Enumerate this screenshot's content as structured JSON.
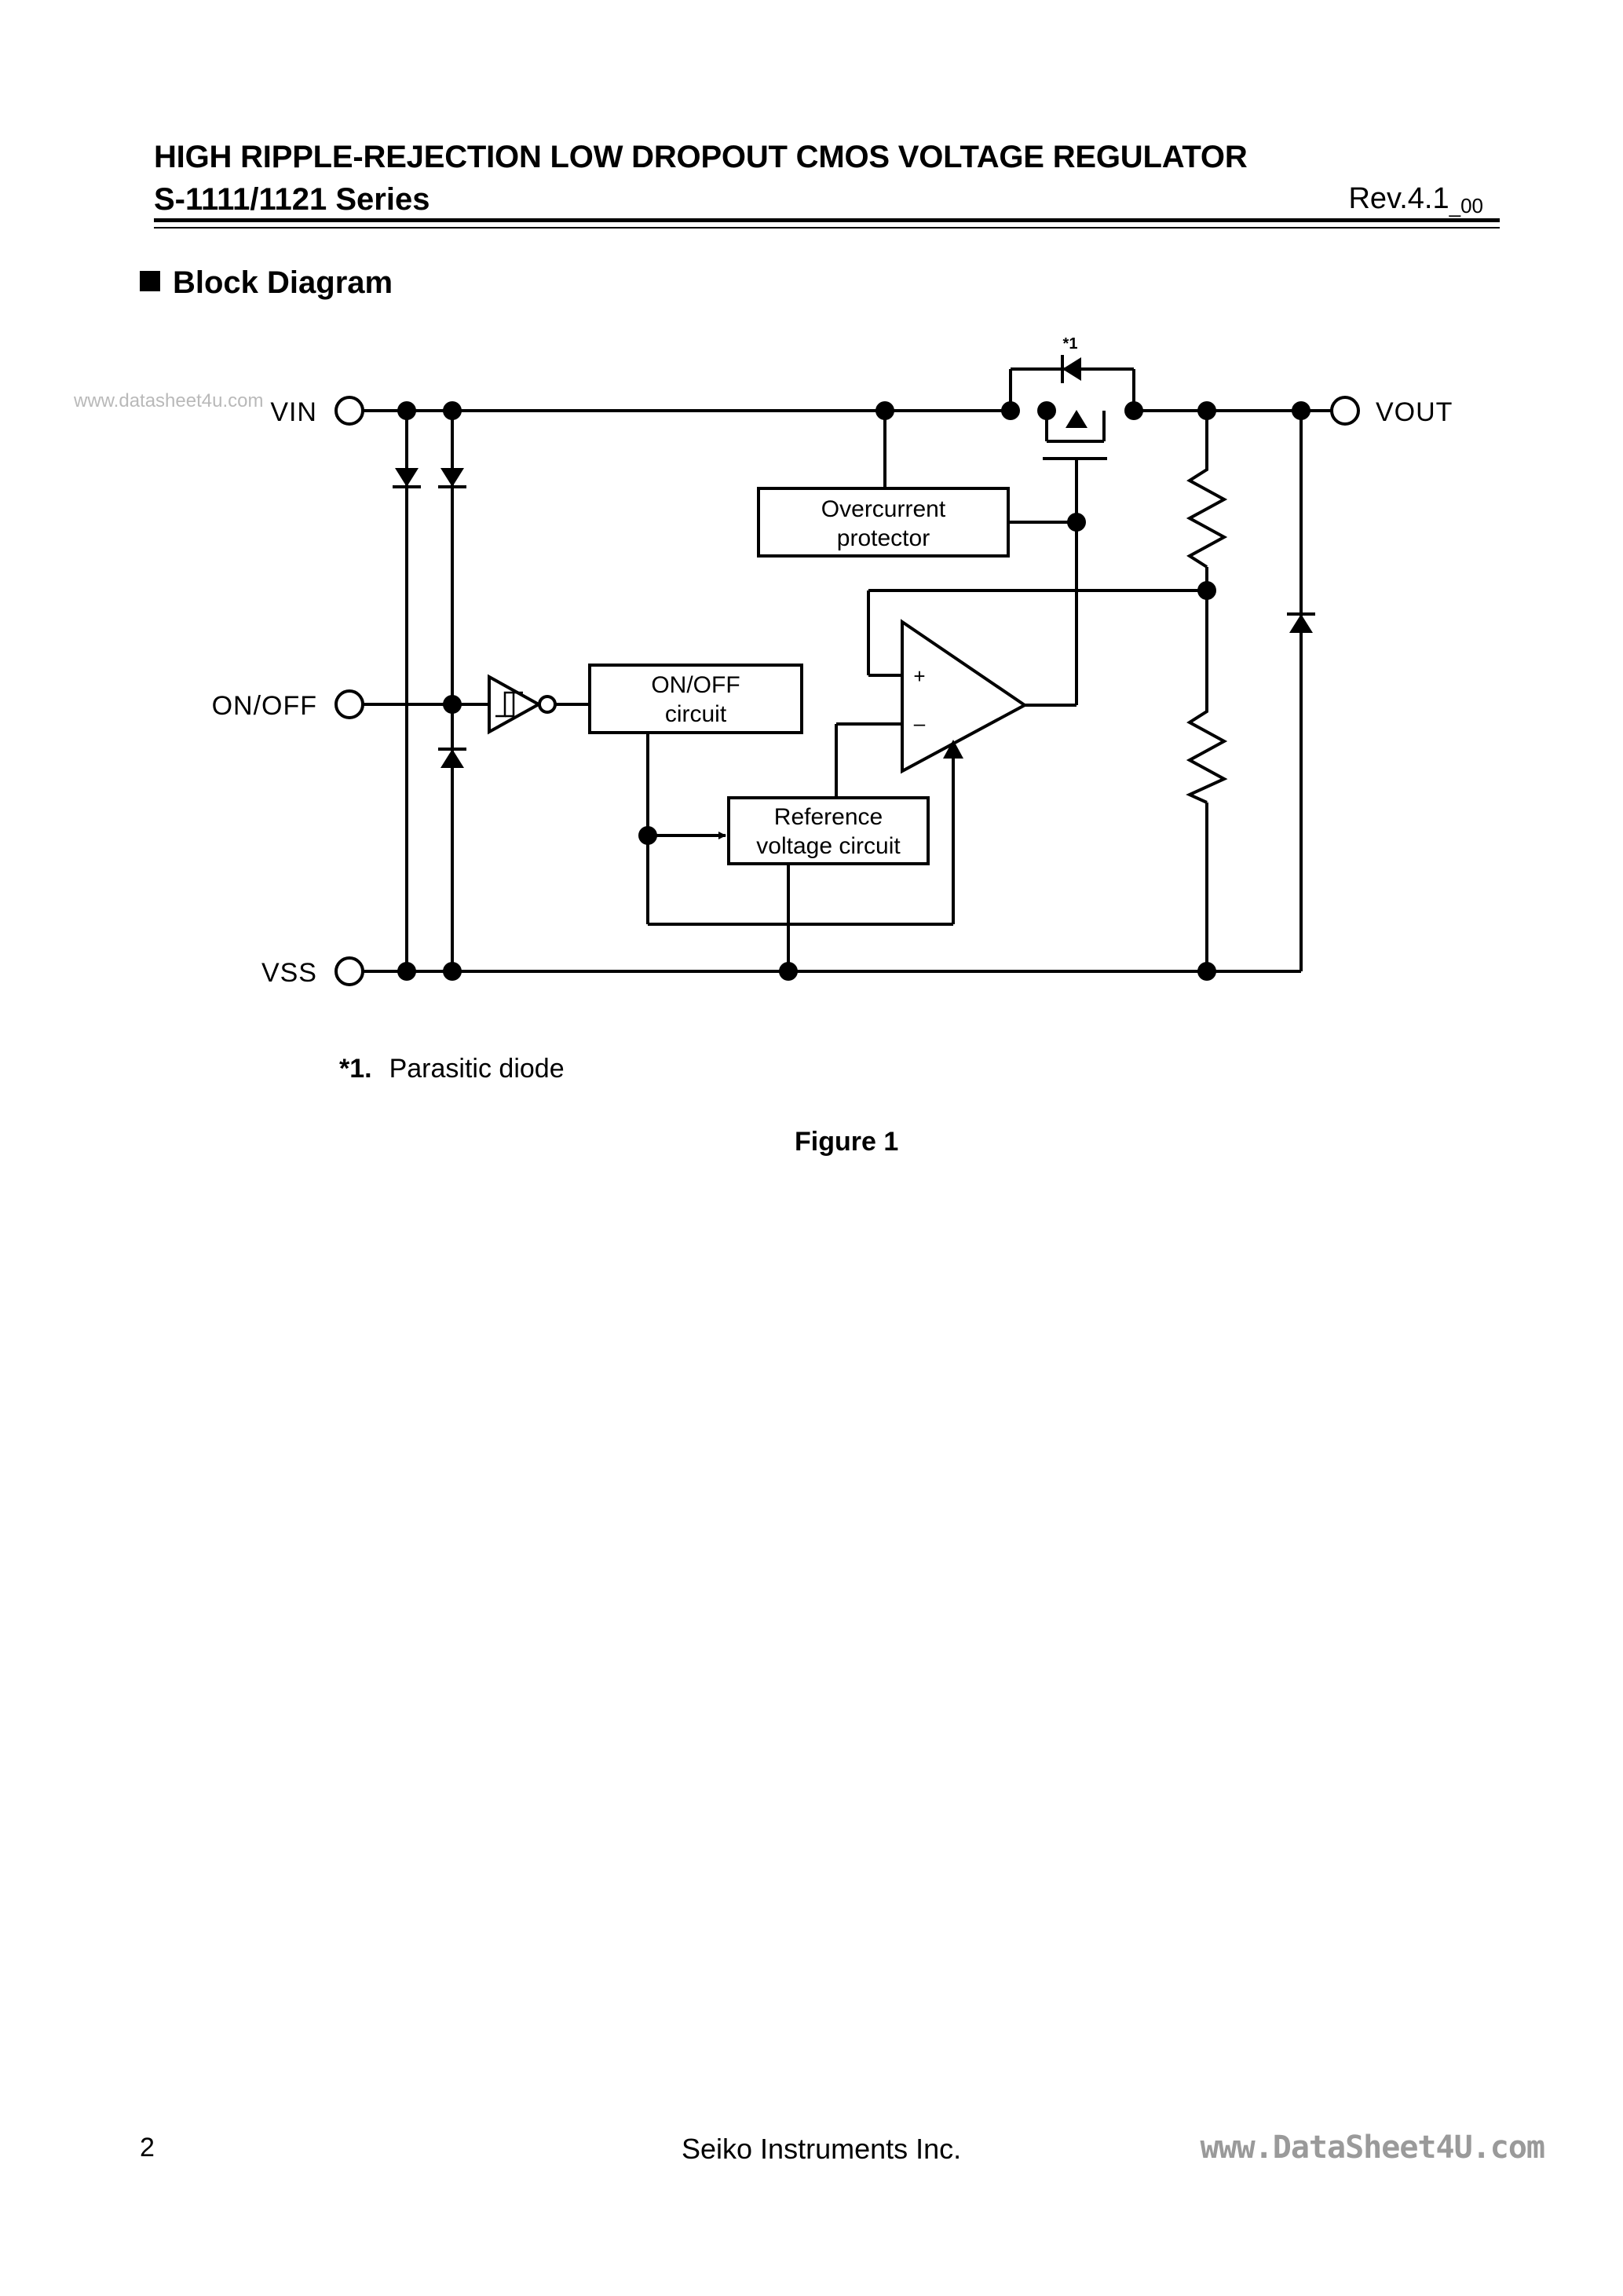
{
  "header": {
    "title": "HIGH RIPPLE-REJECTION LOW DROPOUT CMOS VOLTAGE REGULATOR",
    "series": "S-1111/1121 Series",
    "rev_main": "Rev.4.1",
    "rev_sub": "_00"
  },
  "section": {
    "title": "Block Diagram"
  },
  "watermarks": {
    "top": "www.datasheet4u.com",
    "bottom": "www.DataSheet4U.com"
  },
  "diagram": {
    "pins": {
      "vin": "VIN",
      "onoff": "ON/OFF",
      "vss": "VSS",
      "vout": "VOUT"
    },
    "blocks": {
      "overcurrent_1": "Overcurrent",
      "overcurrent_2": "protector",
      "onoff_1": "ON/OFF",
      "onoff_2": "circuit",
      "reference_1": "Reference",
      "reference_2": "voltage circuit"
    },
    "opamp": {
      "plus": "+",
      "minus": "–"
    },
    "note_marker": "*1"
  },
  "footnote": {
    "marker": "*1.",
    "text": "Parasitic diode"
  },
  "figure_caption": "Figure 1",
  "footer": {
    "page_number": "2",
    "company": "Seiko Instruments Inc."
  }
}
